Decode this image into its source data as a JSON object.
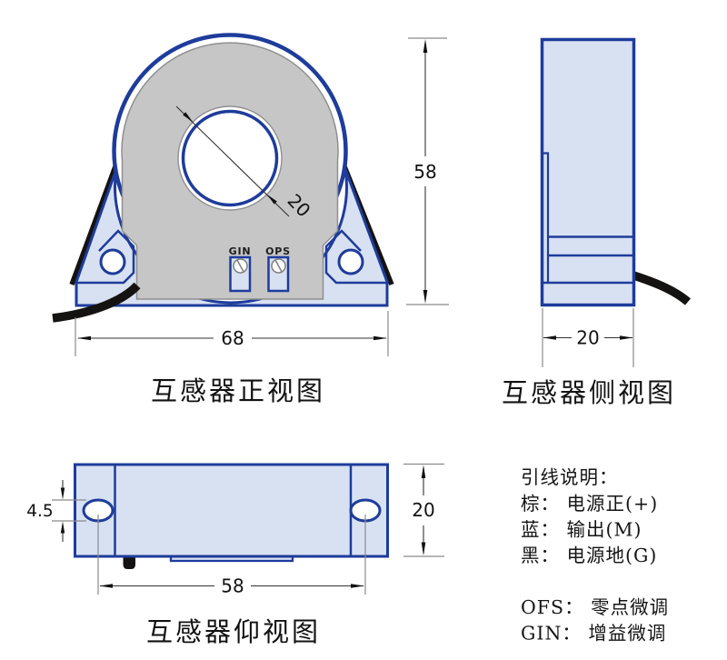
{
  "drawing": {
    "front_view": {
      "title": "互感器正视图",
      "width_dim": "68",
      "height_dim": "58",
      "hole_dia_dim": "20",
      "trimmers": {
        "left": "GIN",
        "right": "OPS"
      }
    },
    "side_view": {
      "title": "互感器侧视图",
      "width_dim": "20"
    },
    "bottom_view": {
      "title": "互感器仰视图",
      "slot_height_dim": "4.5",
      "hole_spacing_dim": "58",
      "depth_dim": "20"
    },
    "legend": {
      "heading": "引线说明：",
      "wire_lines": [
        "棕： 电源正(+)",
        "蓝： 输出(M)",
        "黑： 电源地(G)"
      ],
      "trim_notes": [
        "OFS： 零点微调",
        "GIN： 增益微调"
      ]
    },
    "colors": {
      "outline_blue": "#1e3c9b",
      "fill_light_blue": "#d8e1f2",
      "body_gray": "#c6c6c6",
      "wire_black": "#151311",
      "dim_line_gray": "#8a8a8a",
      "text": "#121212"
    }
  }
}
